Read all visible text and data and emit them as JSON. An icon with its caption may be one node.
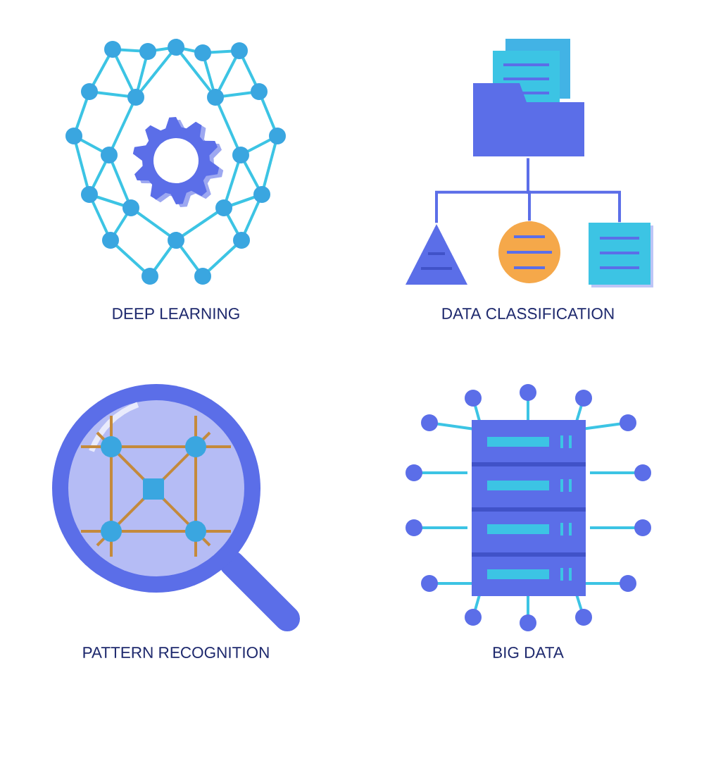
{
  "diagram": {
    "nodes": [
      {
        "text": [],
        "shape": "picture"
      },
      {
        "text": [],
        "shape": "triangle"
      },
      {
        "text": [],
        "shape": "circle"
      },
      {
        "text": [],
        "shape": "box"
      }
    ],
    "edges": [
      {
        "from": 0,
        "to": 1,
        "arrow": "none"
      },
      {
        "from": 0,
        "to": 2,
        "arrow": "none"
      },
      {
        "from": 0,
        "to": 3,
        "arrow": "none"
      }
    ],
    "labels": [
      "DEEP LEARNING",
      "DATA CLASSIFICATION",
      "PATTERN RECOGNITION",
      "BIG DATA"
    ]
  }
}
